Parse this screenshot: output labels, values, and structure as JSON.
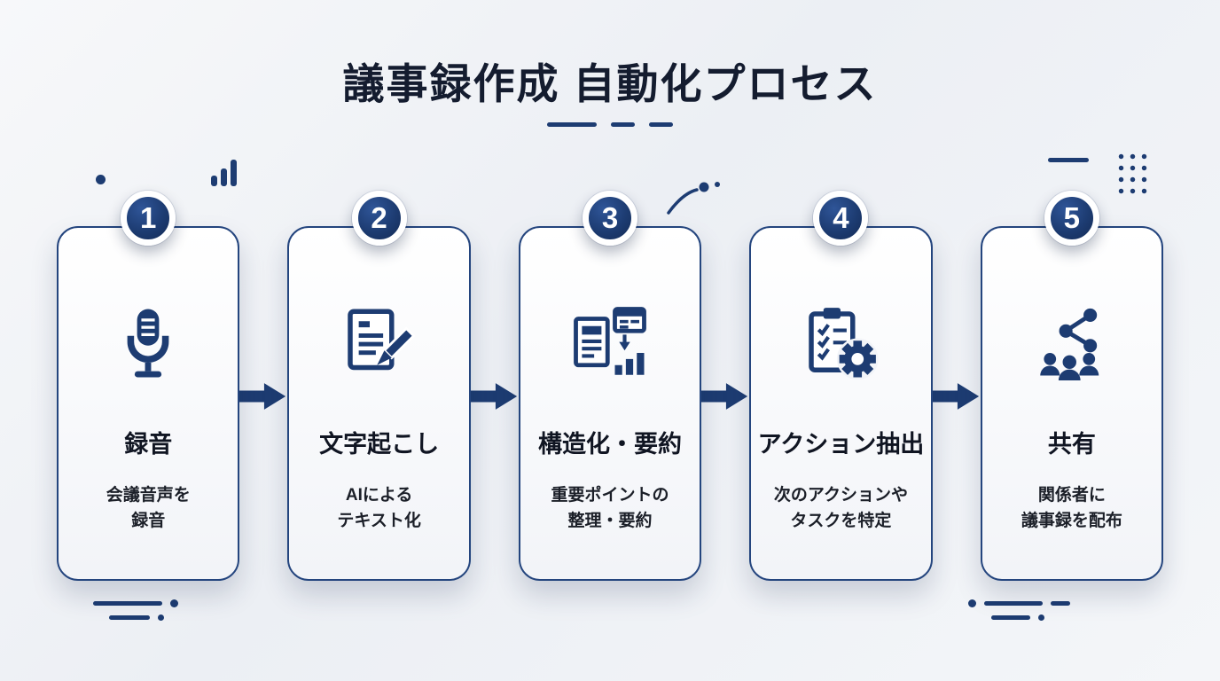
{
  "colors": {
    "accent": "#1d3c72",
    "card_border": "#24457e",
    "background": "#eff1f5",
    "title_text": "#141c2f"
  },
  "header": {
    "title": "議事録作成 自動化プロセス"
  },
  "steps": [
    {
      "number": "1",
      "icon": "microphone-icon",
      "title": "録音",
      "desc_line1": "会議音声を",
      "desc_line2": "録音"
    },
    {
      "number": "2",
      "icon": "document-pencil-icon",
      "title": "文字起こし",
      "desc_line1": "AIによる",
      "desc_line2": "テキスト化"
    },
    {
      "number": "3",
      "icon": "document-summary-chart-icon",
      "title": "構造化・要約",
      "desc_line1": "重要ポイントの",
      "desc_line2": "整理・要約"
    },
    {
      "number": "4",
      "icon": "clipboard-gear-icon",
      "title": "アクション抽出",
      "desc_line1": "次のアクションや",
      "desc_line2": "タスクを特定"
    },
    {
      "number": "5",
      "icon": "share-people-icon",
      "title": "共有",
      "desc_line1": "関係者に",
      "desc_line2": "議事録を配布"
    }
  ]
}
